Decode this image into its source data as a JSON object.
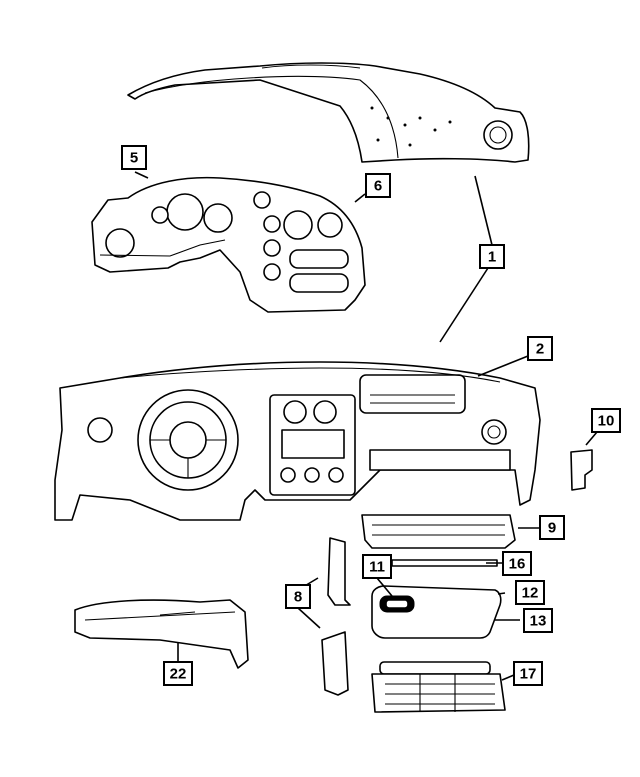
{
  "callouts": [
    {
      "id": "c1",
      "label": "1"
    },
    {
      "id": "c2",
      "label": "2"
    },
    {
      "id": "c5",
      "label": "5"
    },
    {
      "id": "c6",
      "label": "6"
    },
    {
      "id": "c8",
      "label": "8"
    },
    {
      "id": "c9",
      "label": "9"
    },
    {
      "id": "c10",
      "label": "10"
    },
    {
      "id": "c11",
      "label": "11"
    },
    {
      "id": "c12",
      "label": "12"
    },
    {
      "id": "c13",
      "label": "13"
    },
    {
      "id": "c16",
      "label": "16"
    },
    {
      "id": "c17",
      "label": "17"
    },
    {
      "id": "c22",
      "label": "22"
    }
  ],
  "colors": {
    "line": "#000000",
    "background": "#ffffff"
  }
}
